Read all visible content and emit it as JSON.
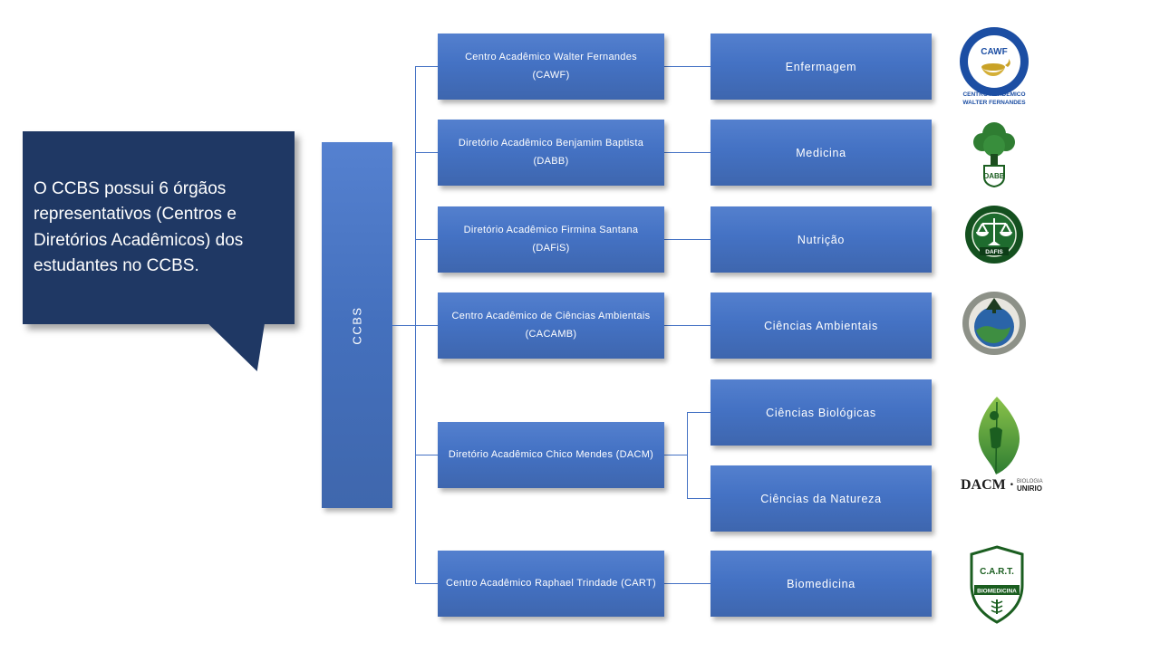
{
  "callout": {
    "text": "O CCBS possui 6 órgãos representativos (Centros e Diretórios Acadêmicos) dos estudantes no CCBS."
  },
  "root": {
    "label": "CCBS"
  },
  "organs": [
    {
      "label": "Centro Acadêmico Walter Fernandes (CAWF)"
    },
    {
      "label": "Diretório Acadêmico Benjamim Baptista (DABB)"
    },
    {
      "label": "Diretório Acadêmico Firmina Santana (DAFiS)"
    },
    {
      "label": "Centro Acadêmico de Ciências Ambientais (CACAMB)"
    },
    {
      "label": "Diretório Acadêmico Chico Mendes (DACM)"
    },
    {
      "label": "Centro Acadêmico Raphael Trindade (CART)"
    }
  ],
  "courses": [
    {
      "label": "Enfermagem"
    },
    {
      "label": "Medicina"
    },
    {
      "label": "Nutrição"
    },
    {
      "label": "Ciências Ambientais"
    },
    {
      "label": "Ciências Biológicas"
    },
    {
      "label": "Ciências da Natureza"
    },
    {
      "label": "Biomedicina"
    }
  ],
  "logos": {
    "cawf": {
      "name": "CAWF",
      "caption1": "CENTRO ACADÊMICO",
      "caption2": "WALTER FERNANDES"
    },
    "dabb": {
      "name": "DABB"
    },
    "dafis": {
      "name": "DAFIS"
    },
    "dacm": {
      "name": "DACM ·",
      "caption1": "BIOLOGIA",
      "caption2": "UNIRIO"
    },
    "cart": {
      "name": "C.A.R.T.",
      "caption": "BIOMEDICINA"
    }
  },
  "colors": {
    "node_fill": "#4472C4",
    "callout_fill": "#1F3864",
    "connector": "#4472C4",
    "logo_green": "#1B5E20",
    "logo_blue": "#1C4EA3"
  }
}
